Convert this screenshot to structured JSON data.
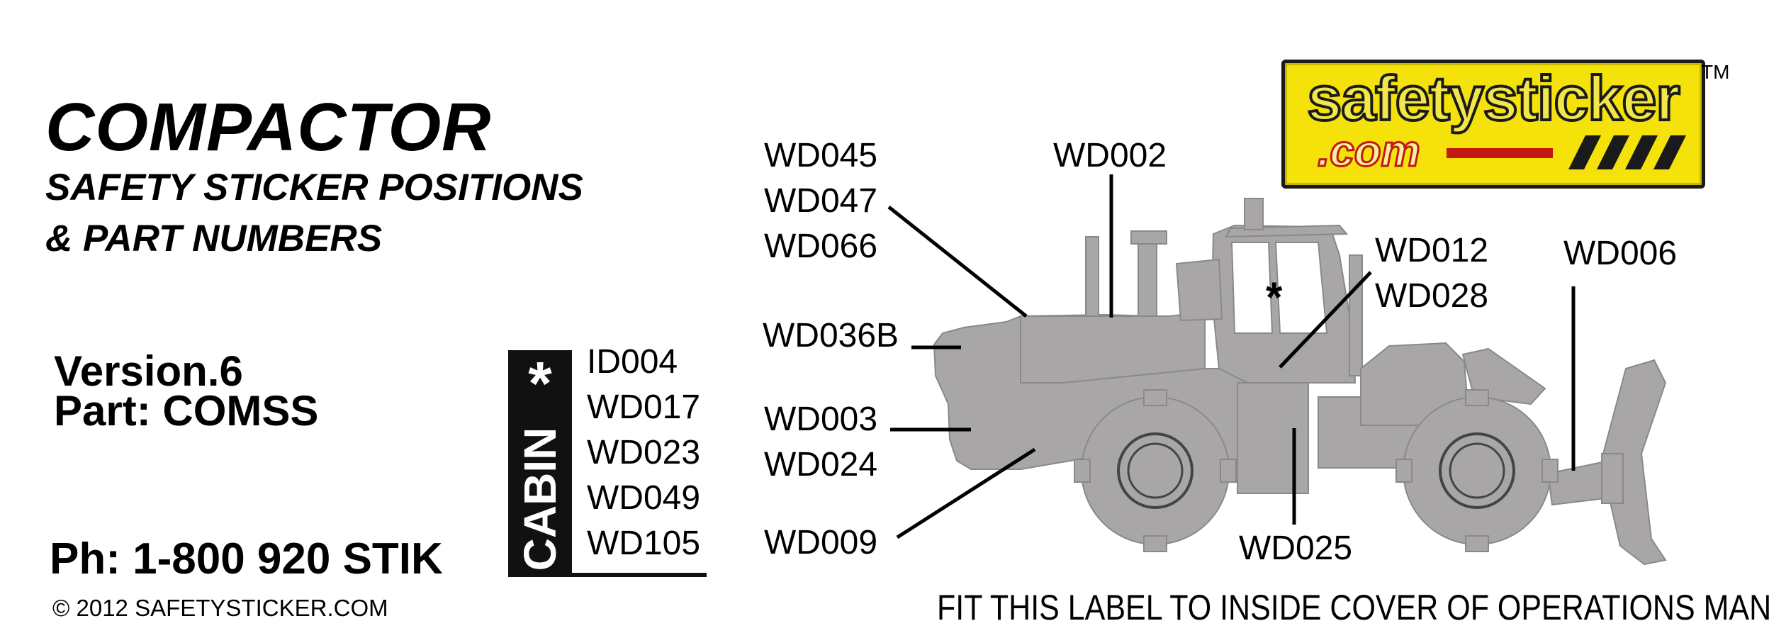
{
  "title": "COMPACTOR",
  "subtitle_line1": "SAFETY STICKER POSITIONS",
  "subtitle_line2": "& PART NUMBERS",
  "version": "Version.6",
  "part": "Part: COMSS",
  "phone": "Ph: 1-800 920 STIK",
  "copyright": "© 2012 SAFETYSTICKER.COM",
  "cabin": {
    "label": "CABIN",
    "star": "*",
    "parts": [
      "ID004",
      "WD017",
      "WD023",
      "WD049",
      "WD105"
    ]
  },
  "logo": {
    "line1": "safetysticker",
    "line2": ".com",
    "tm": "TM"
  },
  "callouts": {
    "wd045": "WD045",
    "wd047": "WD047",
    "wd066": "WD066",
    "wd002": "WD002",
    "wd012": "WD012",
    "wd028": "WD028",
    "wd006": "WD006",
    "wd036b": "WD036B",
    "wd003": "WD003",
    "wd024": "WD024",
    "wd009": "WD009",
    "wd025": "WD025"
  },
  "cabin_marker": "*",
  "footer_note": "FIT THIS LABEL TO INSIDE COVER OF OPERATIONS MANUAL",
  "colors": {
    "machine": "#a8a6a6",
    "logo_yellow": "#f5e20a",
    "logo_red": "#c21a12"
  }
}
